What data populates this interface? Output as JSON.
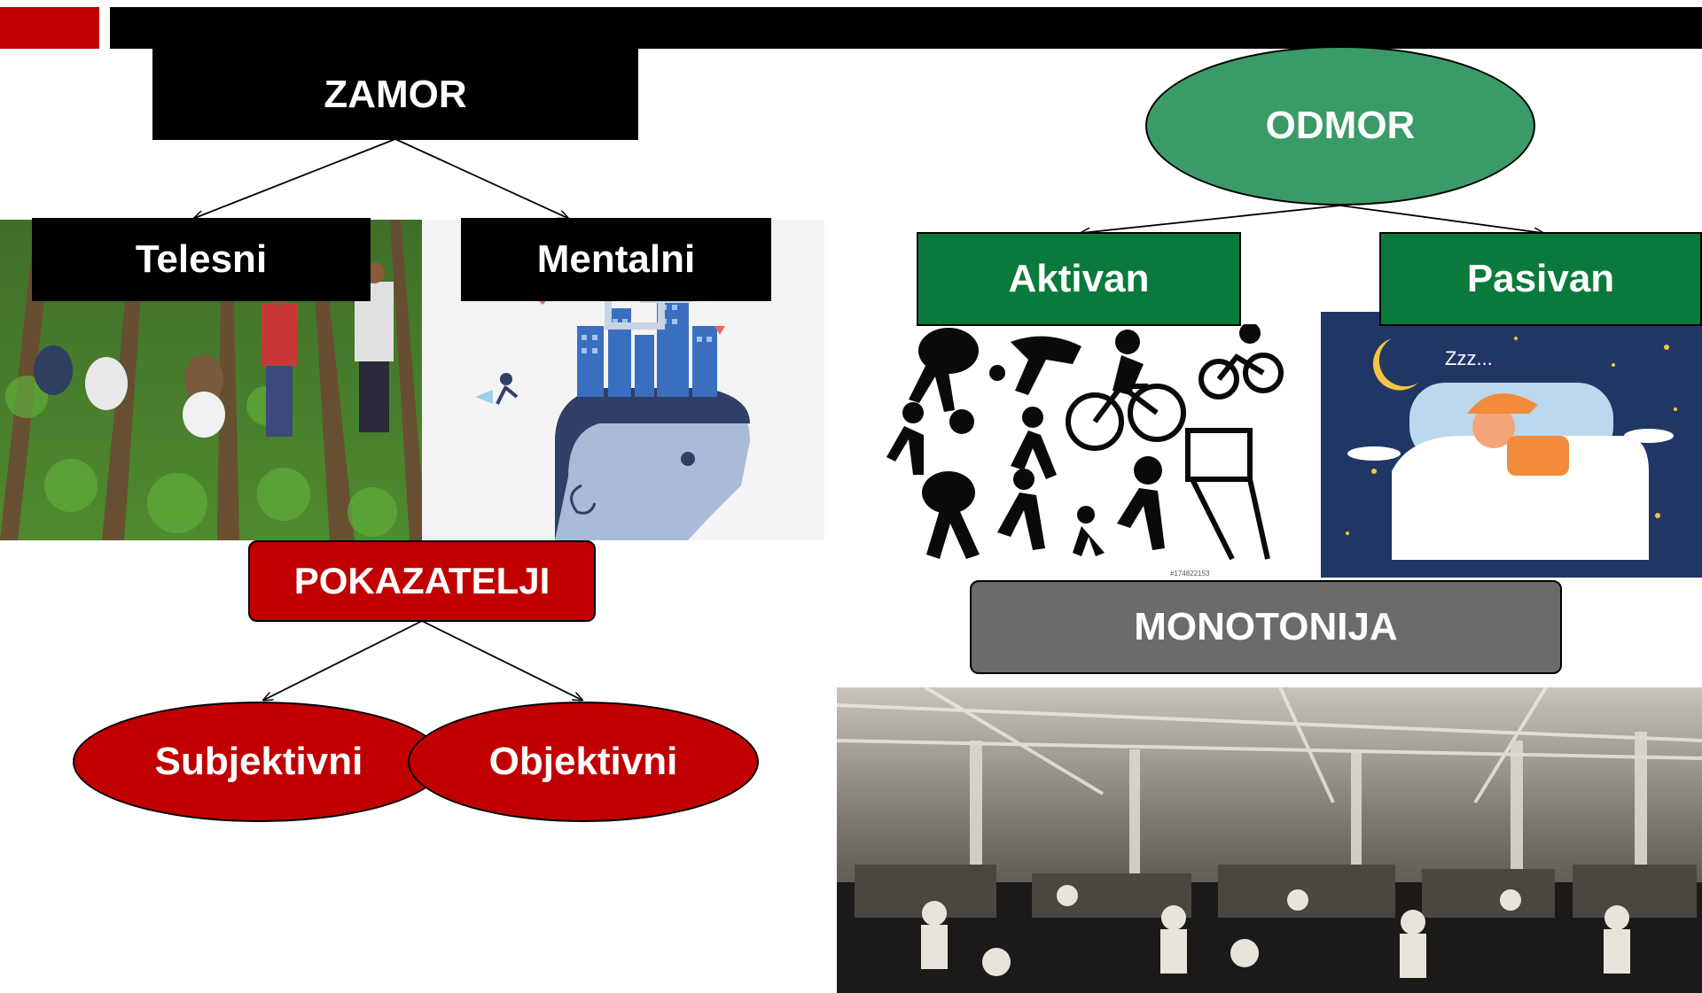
{
  "colors": {
    "black": "#000000",
    "accent_red": "#c00000",
    "odmor_green": "#3a9a68",
    "box_green": "#0a7a3c",
    "indicator_red": "#c00000",
    "monotony_gray": "#6b6b6b"
  },
  "zamor": {
    "title": "ZAMOR",
    "children": [
      "Telesni",
      "Mentalni"
    ],
    "images": [
      "farm-workers-photo",
      "mind-city-illustration"
    ]
  },
  "pokazatelji": {
    "title": "POKAZATELJI",
    "children": [
      "Subjektivni",
      "Objektivni"
    ]
  },
  "odmor": {
    "title": "ODMOR",
    "children": [
      "Aktivan",
      "Pasivan"
    ],
    "images": [
      "sports-silhouettes-illustration",
      "sleeping-person-illustration"
    ],
    "stock_id": "#174822153",
    "sleep_text": "Zzz..."
  },
  "monotonija": {
    "title": "MONOTONIJA",
    "image": "factory-workers-photo"
  }
}
